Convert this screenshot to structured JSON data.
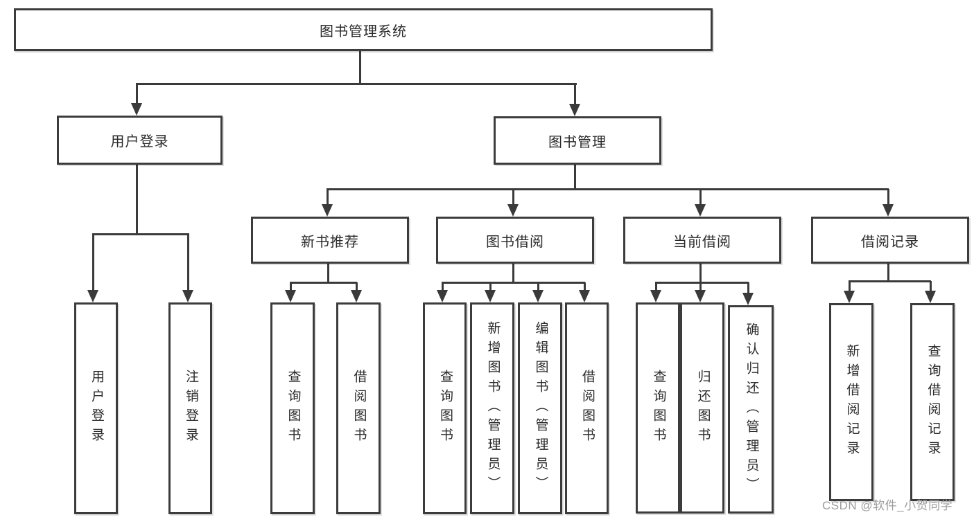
{
  "diagram_type": "hierarchy-tree",
  "colors": {
    "line": "#3a3a3a",
    "box_border": "#3c3c3c",
    "box_fill": "#ffffff",
    "text": "#2a2a2a",
    "watermark": "#9c9c9c",
    "background": "#ffffff"
  },
  "watermark": {
    "text": "CSDN @软件_小贺同学"
  },
  "tree": {
    "root": {
      "label": "图书管理系统",
      "children": [
        {
          "label": "用户登录",
          "children": [
            {
              "label": "用户登录"
            },
            {
              "label": "注销登录"
            }
          ]
        },
        {
          "label": "图书管理",
          "children": [
            {
              "label": "新书推荐",
              "children": [
                {
                  "label": "查询图书"
                },
                {
                  "label": "借阅图书"
                }
              ]
            },
            {
              "label": "图书借阅",
              "children": [
                {
                  "label": "查询图书"
                },
                {
                  "label": "新增图书（管理员）"
                },
                {
                  "label": "编辑图书（管理员）"
                },
                {
                  "label": "借阅图书"
                }
              ]
            },
            {
              "label": "当前借阅",
              "children": [
                {
                  "label": "查询图书"
                },
                {
                  "label": "归还图书"
                },
                {
                  "label": "确认归还（管理员）"
                }
              ]
            },
            {
              "label": "借阅记录",
              "children": [
                {
                  "label": "新增借阅记录"
                },
                {
                  "label": "查询借阅记录"
                }
              ]
            }
          ]
        }
      ]
    }
  }
}
